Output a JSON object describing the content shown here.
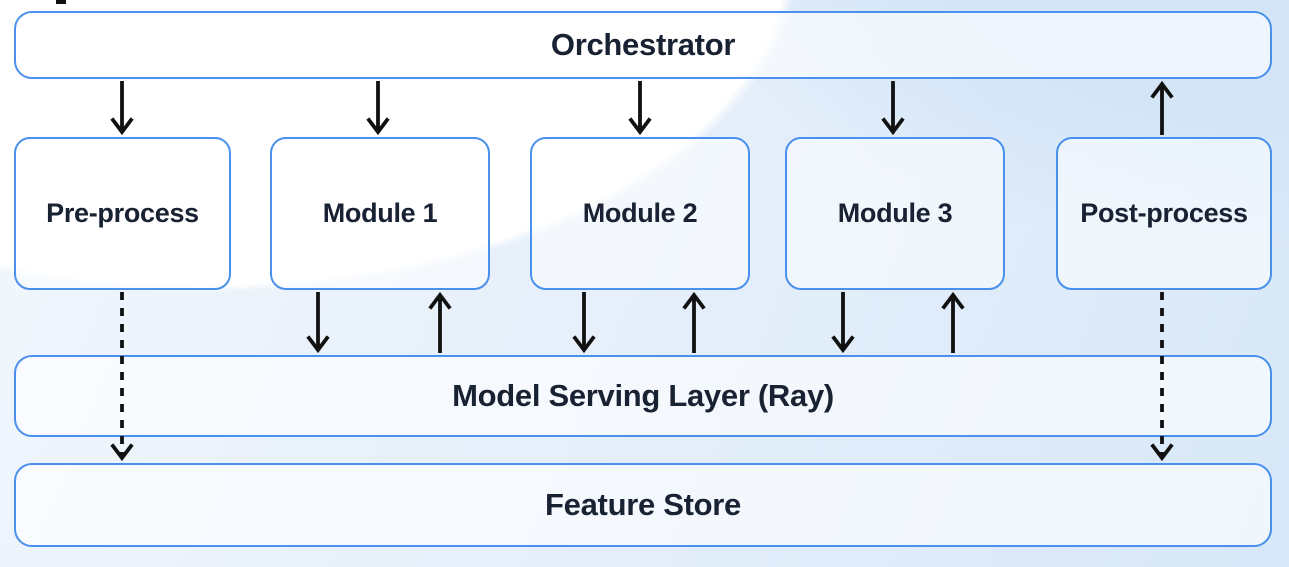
{
  "diagram": {
    "nodes": {
      "orchestrator": {
        "label": "Orchestrator"
      },
      "pre_process": {
        "label": "Pre-process"
      },
      "module_1": {
        "label": "Module 1"
      },
      "module_2": {
        "label": "Module 2"
      },
      "module_3": {
        "label": "Module 3"
      },
      "post_process": {
        "label": "Post-process"
      },
      "serving_layer": {
        "label": "Model Serving Layer (Ray)"
      },
      "feature_store": {
        "label": "Feature Store"
      }
    },
    "edges": [
      {
        "from": "Orchestrator",
        "to": "Pre-process",
        "style": "solid",
        "direction": "down"
      },
      {
        "from": "Orchestrator",
        "to": "Module 1",
        "style": "solid",
        "direction": "down"
      },
      {
        "from": "Orchestrator",
        "to": "Module 2",
        "style": "solid",
        "direction": "down"
      },
      {
        "from": "Orchestrator",
        "to": "Module 3",
        "style": "solid",
        "direction": "down"
      },
      {
        "from": "Post-process",
        "to": "Orchestrator",
        "style": "solid",
        "direction": "up"
      },
      {
        "from": "Module 1",
        "to": "Model Serving Layer (Ray)",
        "style": "solid",
        "direction": "down"
      },
      {
        "from": "Model Serving Layer (Ray)",
        "to": "Module 1",
        "style": "solid",
        "direction": "up"
      },
      {
        "from": "Module 2",
        "to": "Model Serving Layer (Ray)",
        "style": "solid",
        "direction": "down"
      },
      {
        "from": "Model Serving Layer (Ray)",
        "to": "Module 2",
        "style": "solid",
        "direction": "up"
      },
      {
        "from": "Module 3",
        "to": "Model Serving Layer (Ray)",
        "style": "solid",
        "direction": "down"
      },
      {
        "from": "Model Serving Layer (Ray)",
        "to": "Module 3",
        "style": "solid",
        "direction": "up"
      },
      {
        "from": "Pre-process",
        "to": "Feature Store",
        "style": "dashed",
        "direction": "down"
      },
      {
        "from": "Post-process",
        "to": "Feature Store",
        "style": "dashed",
        "direction": "down"
      }
    ],
    "colors": {
      "node_border": "#4a90ee",
      "node_text": "#192233",
      "arrow": "#111111",
      "background_tint": "#d8e8f8"
    }
  }
}
